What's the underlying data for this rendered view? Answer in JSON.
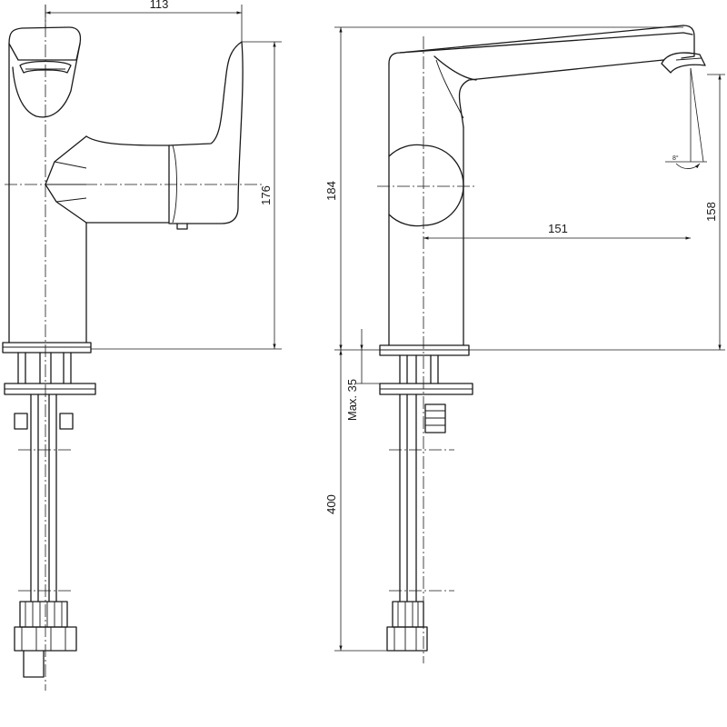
{
  "dimensions": {
    "front_width": "113",
    "front_height": "176",
    "side_total_height": "184",
    "spout_reach": "151",
    "spout_height": "158",
    "max_counter_thickness": "Max. 35",
    "hose_length": "400",
    "spout_angle": "8°"
  },
  "colors": {
    "line": "#1a1a1a",
    "background": "#ffffff"
  }
}
